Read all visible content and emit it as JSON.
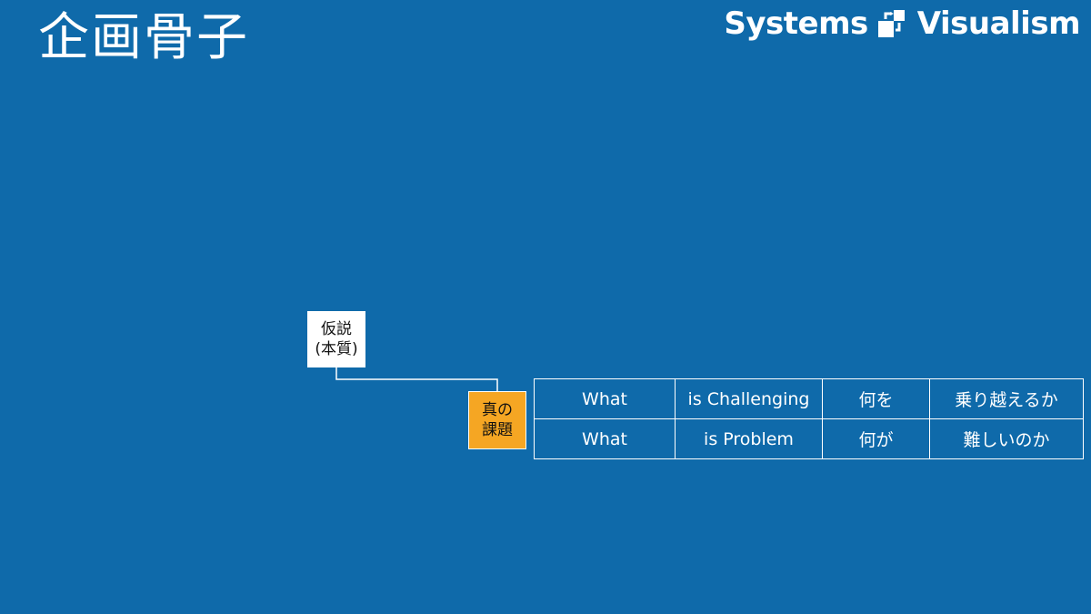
{
  "slide": {
    "title": "企画骨子"
  },
  "brand": {
    "left": "Systems",
    "right": "Visualism",
    "icon": "flow-diagram-icon"
  },
  "nodes": {
    "hypothesis": {
      "line1": "仮説",
      "line2": "(本質)"
    },
    "true_issue": {
      "line1": "真の",
      "line2": "課題"
    }
  },
  "table": {
    "rows": [
      [
        "What",
        "is Challenging",
        "何を",
        "乗り越えるか"
      ],
      [
        "What",
        "is Problem",
        "何が",
        "難しいのか"
      ]
    ]
  },
  "colors": {
    "background": "#0F6AAA",
    "issue_box": "#F5A623",
    "line": "#ffffff"
  }
}
